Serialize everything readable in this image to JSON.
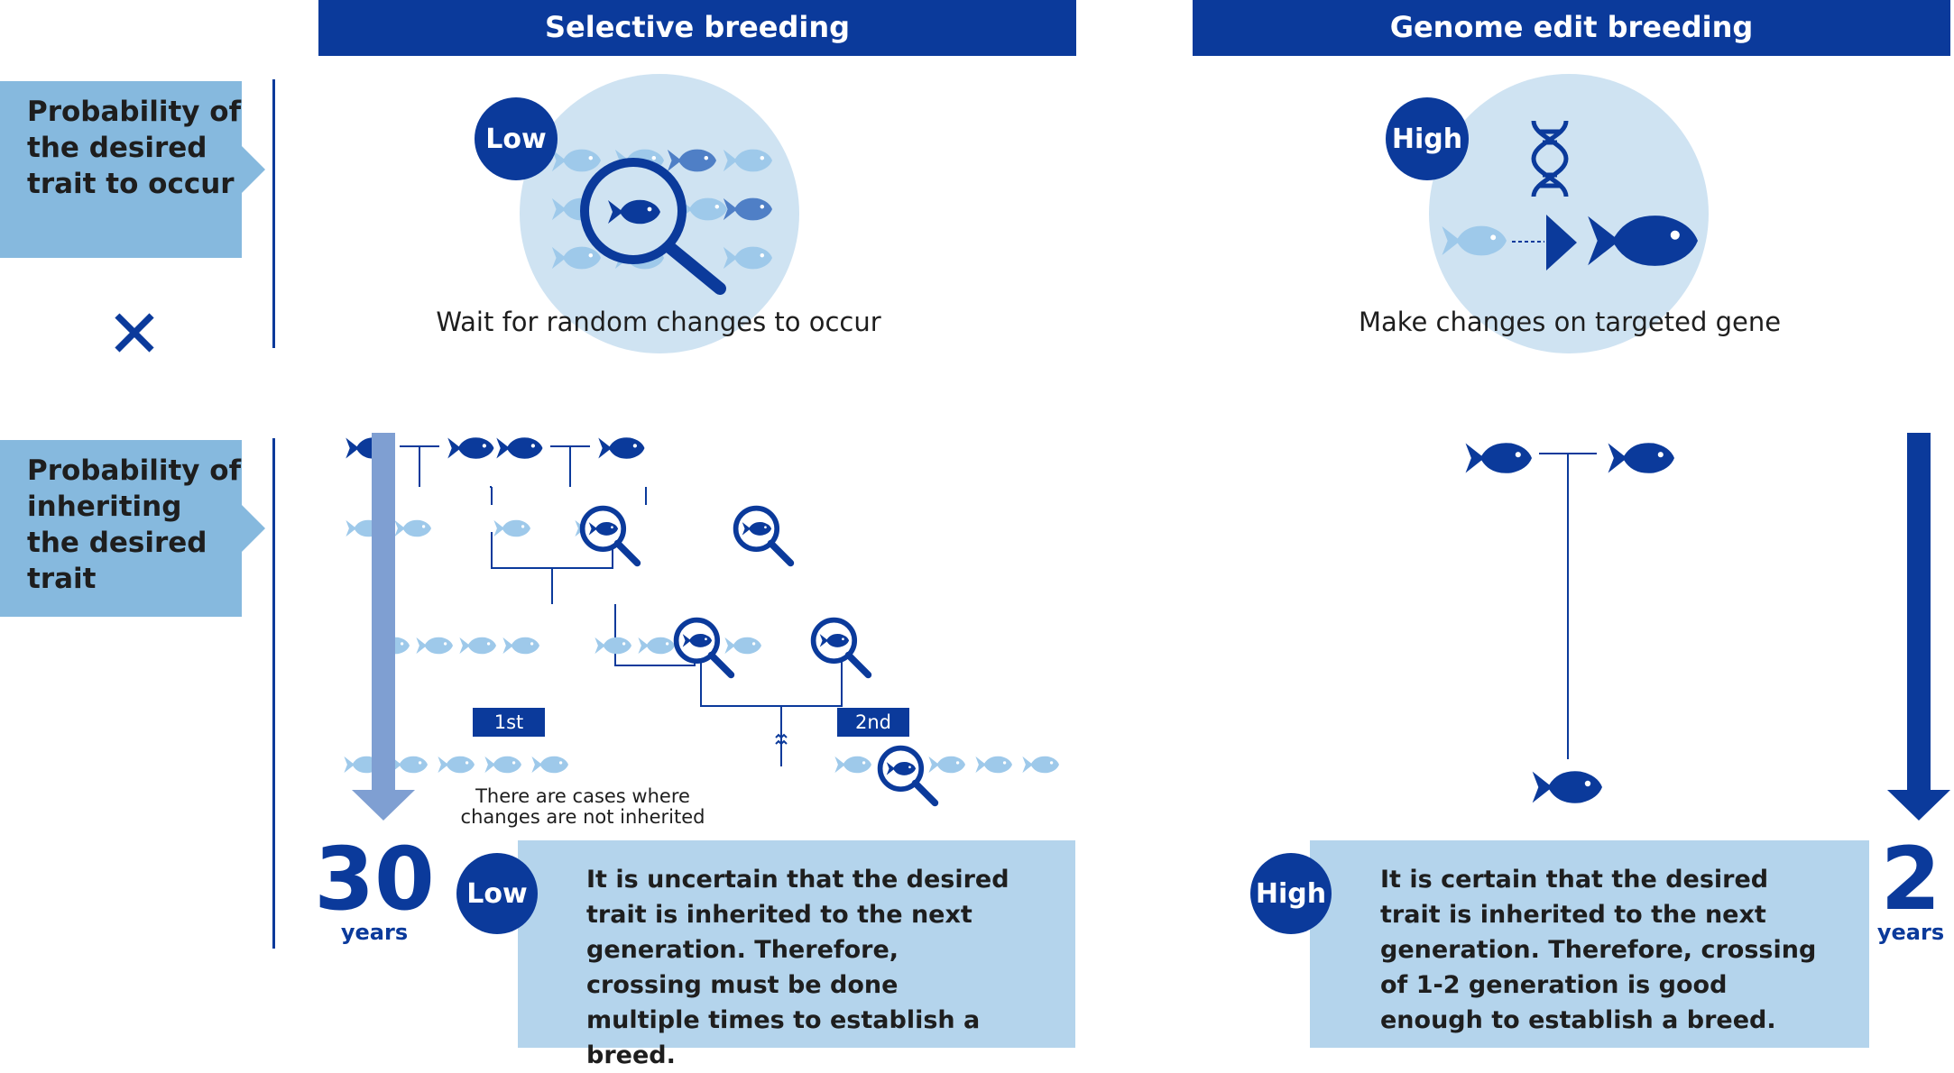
{
  "headers": {
    "selective": "Selective breeding",
    "genome": "Genome edit breeding"
  },
  "row_labels": {
    "occur": "Probability of the desired trait to occur",
    "inherit": "Probability of inheriting the desired trait"
  },
  "multiply_symbol": "✕",
  "selective": {
    "occur_badge": "Low",
    "occur_caption": "Wait for random changes to occur",
    "gen_tags": [
      "1st",
      "2nd"
    ],
    "not_inherited_note_line1": "There are cases where",
    "not_inherited_note_line2": "changes are not inherited",
    "inherit_badge": "Low",
    "inherit_text": "It is uncertain that the desired trait is inherited to the next generation. Therefore, crossing must be done multiple times to establish a breed.",
    "years_value": "30",
    "years_unit": "years"
  },
  "genome": {
    "occur_badge": "High",
    "occur_caption": "Make changes on targeted gene",
    "inherit_badge": "High",
    "inherit_text": "It is certain that the desired trait is inherited to the next generation. Therefore, crossing of 1-2 generation is good enough to establish a breed.",
    "years_value": "2",
    "years_unit": "years"
  },
  "colors": {
    "dark_blue": "#0b3a9b",
    "mid_blue": "#86b9de",
    "light_blue": "#cfe3f2",
    "box_blue": "#b4d4ec",
    "fish_light": "#9ec9ea",
    "arrow_light": "#7f9fd2"
  }
}
